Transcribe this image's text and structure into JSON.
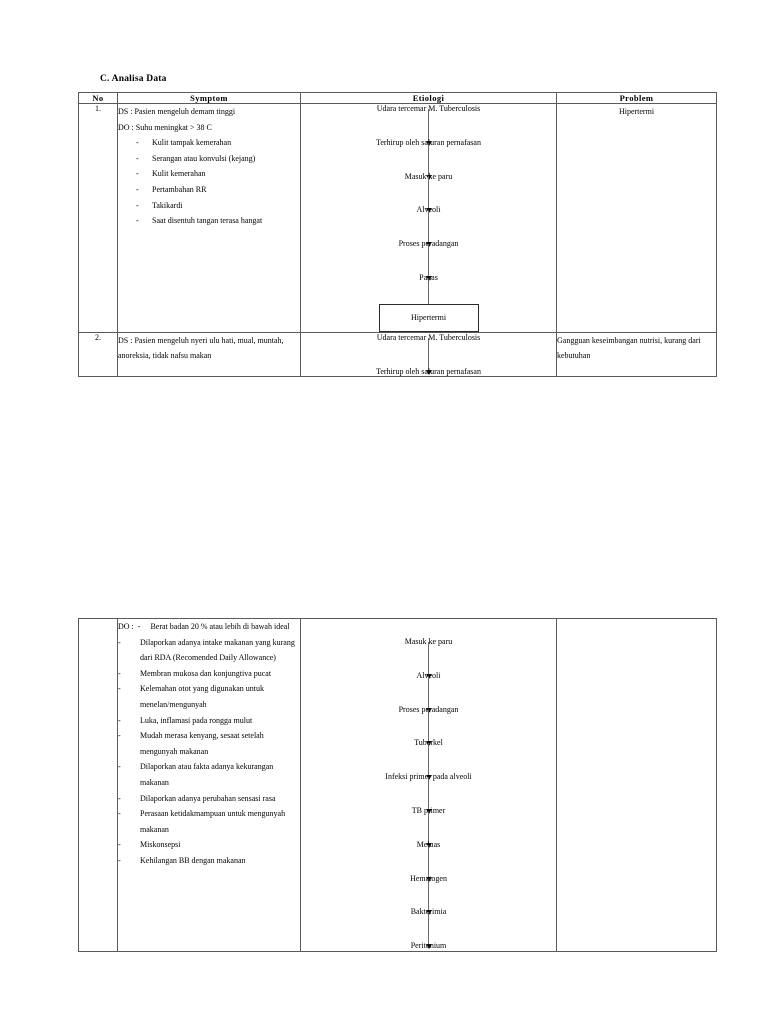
{
  "document": {
    "section_heading": "C. Analisa Data"
  },
  "table": {
    "headers": {
      "no": "No",
      "symptom": "Symptom",
      "etiologi": "Etiologi",
      "problem": "Problem"
    }
  },
  "rows": [
    {
      "no": "1.",
      "symptom": {
        "ds": "DS : Pasien mengeluh demam tinggi",
        "do": "DO : Suhu meningkat > 38 C",
        "items": [
          "Kulit tampak kemerahan",
          "Serangan atau konvulsi (kejang)",
          "Kulit kemerahan",
          "Pertambahan RR",
          "Takikardi",
          "Saat disentuh tangan terasa hangat"
        ]
      },
      "etiologi": {
        "nodes": [
          "Udara tercemar M. Tuberculosis",
          "Terhirup oleh saluran pernafasan",
          "Masuk ke paru",
          "Alveoli",
          "Proses peradangan",
          "Panas"
        ],
        "result_box": "Hipertermi"
      },
      "problem": "Hipertermi"
    },
    {
      "no": "2.",
      "symptom": {
        "ds": "DS : Pasien mengeluh nyeri ulu hati, mual, muntah, anoreksia, tidak nafsu makan"
      },
      "etiologi": {
        "nodes": [
          "Udara tercemar M. Tuberculosis",
          "Terhirup oleh saluran pernafasan"
        ]
      },
      "problem": "Gangguan keseimbangan nutrisi, kurang dari kebutuhan"
    }
  ],
  "continuation": {
    "symptom": {
      "do_first": "Berat badan 20 % atau lebih di bawah ideal",
      "items": [
        "Dilaporkan adanya intake makanan yang kurang dari RDA (Recomended Daily Allowance)",
        "Membran mukosa dan konjungtiva pucat",
        "Kelemahan otot yang digunakan untuk menelan/mengunyah",
        "Luka, inflamasi pada rongga mulut",
        "Mudah merasa kenyang, sesaat setelah mengunyah makanan",
        "Dilaporkan atau fakta adanya kekurangan makanan",
        "Dilaporkan adanya perubahan sensasi rasa",
        "Perasaan ketidakmampuan untuk mengunyah makanan",
        "Miskonsepsi",
        "Kehilangan BB dengan makanan"
      ],
      "do_label": "DO :",
      "dash": "-"
    },
    "etiologi": {
      "nodes": [
        "Masuk ke paru",
        "Alveoli",
        "Proses peradangan",
        "Tuberkel",
        "Infeksi primer pada alveoli",
        "TB primer",
        "Meluas",
        "Hematogen",
        "Bakterimia",
        "Peritonium"
      ]
    }
  }
}
